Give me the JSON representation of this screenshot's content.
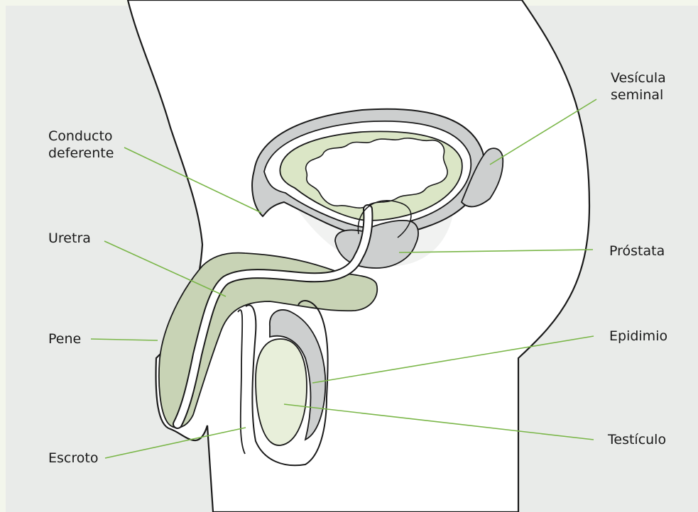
{
  "diagram": {
    "colors": {
      "background": "#e9ebe9",
      "frame": "#f3f6ec",
      "body": "#ffffff",
      "organ_gray": "#cdcfcf",
      "penis_green": "#c8d3b5",
      "bladder_green": "#dbe6c6",
      "testis_green": "#e8efda",
      "leader_line": "#7ab648",
      "outline": "#1a1a1a"
    },
    "labels": {
      "vesicula_line1": "Vesícula",
      "vesicula_line2": "seminal",
      "conducto_line1": "Conducto",
      "conducto_line2": "deferente",
      "uretra": "Uretra",
      "prostata": "Próstata",
      "pene": "Pene",
      "epidimio": "Epidimio",
      "escroto": "Escroto",
      "testiculo": "Testículo"
    }
  }
}
